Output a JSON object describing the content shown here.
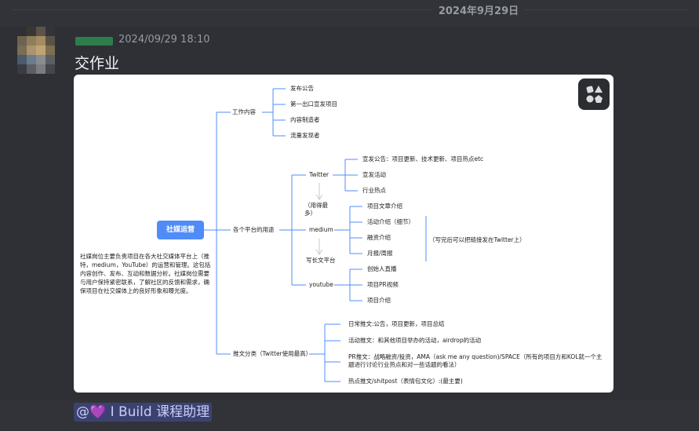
{
  "divider": {
    "date": "2024年9月29日"
  },
  "message": {
    "timestamp": "2024/09/29 18:10",
    "text": "交作业",
    "mention": "@💜 I Build 课程助理"
  },
  "mindmap": {
    "root": "社媒运营",
    "description": "社媒岗位主要负责项目在各大社交媒体平台上（推特，medium，YouTube）的运营和管理。这包括内容创作、发布、互动和数据分析。社媒岗位需要与用户保持紧密联系，了解社区的反馈和需求，确保项目在社交媒体上的良好形象和曝光度。",
    "branches": [
      {
        "label": "工作内容",
        "items": [
          "发布公告",
          "第一出口宣发项目",
          "内容制造者",
          "流量发现者"
        ]
      },
      {
        "label": "各个平台的用途",
        "twitter": {
          "label": "Twitter",
          "items": [
            "宣发公告：项目更新、技术更新、项目热点etc",
            "宣发活动",
            "行业热点"
          ]
        },
        "note_most": "（用得最多）",
        "medium": {
          "label": "medium",
          "items": [
            "项目文章介绍",
            "活动介绍（细节）",
            "融资介绍",
            "月报/周报"
          ],
          "note": "（写完后可以把链接发在Twitter上）"
        },
        "note_long": "写长文平台",
        "youtube": {
          "label": "youtube",
          "items": [
            "创始人直播",
            "项目PR视频",
            "项目介绍"
          ]
        }
      },
      {
        "label": "推文分类（Twitter使用最高）",
        "items": [
          "日常推文:公告，项目更新，项目总结",
          "活动推文：和其他项目举办的活动，airdrop的活动",
          "PR推文：战略融资/投资，AMA（ask me any question)/SPACE（所有的项目方和KOL就一个主题进行讨论行业热点和对一些话题的看法）",
          "热点推文/shitpost（表情包文化）:(最主要)"
        ]
      }
    ]
  }
}
